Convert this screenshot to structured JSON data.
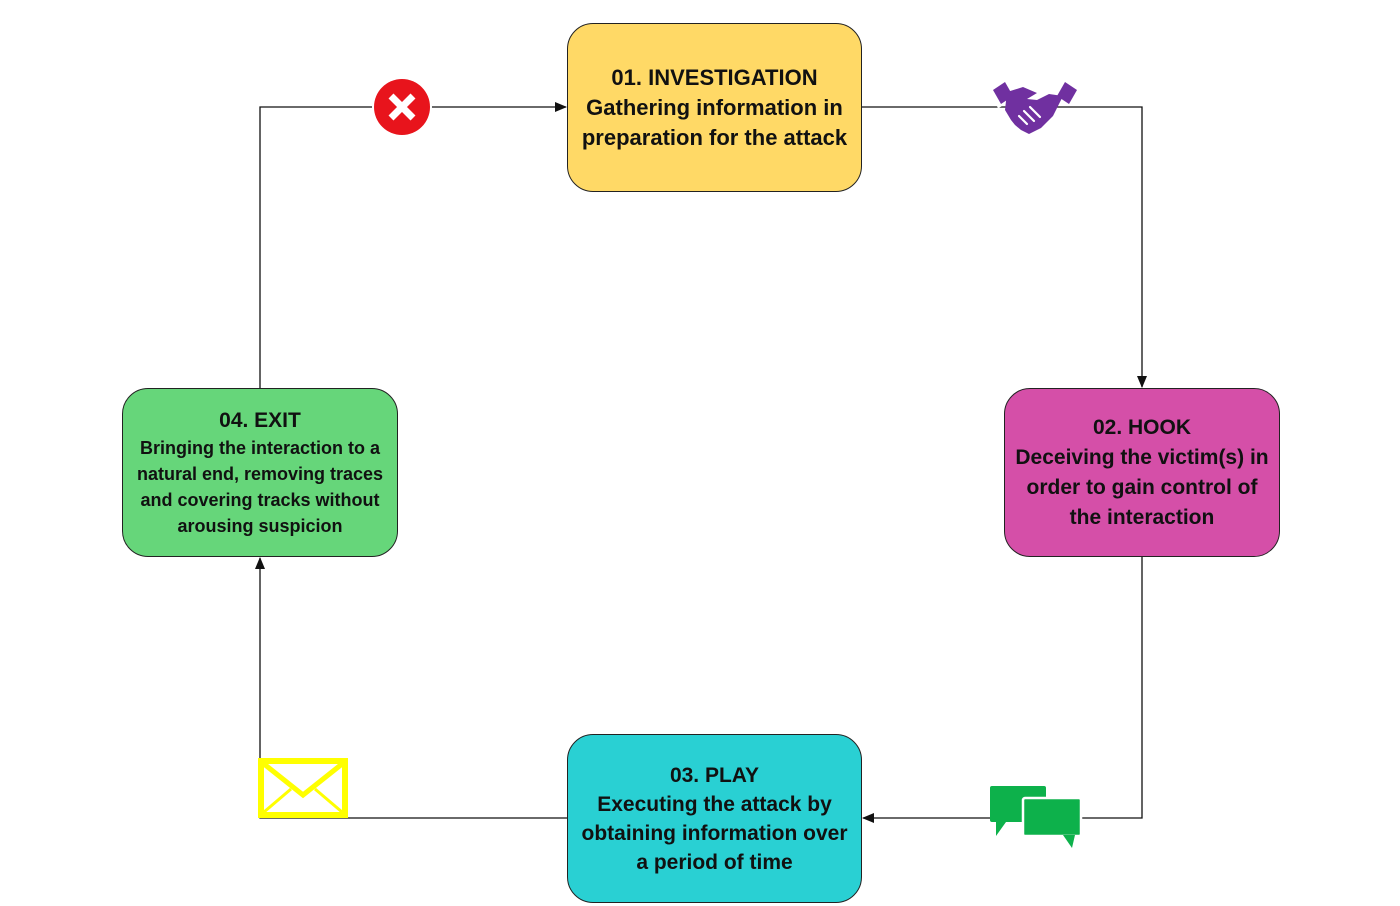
{
  "colors": {
    "investigation": "#ffd966",
    "hook": "#d54fa8",
    "play": "#29d0d3",
    "exit": "#66d67a",
    "connector": "#111111",
    "cancel_icon": "#e8141c",
    "handshake_icon": "#7030a0",
    "chat_icon": "#0db14b",
    "envelope_icon": "#ffff00"
  },
  "steps": [
    {
      "id": "investigation",
      "title": "01. INVESTIGATION",
      "description": "Gathering information in preparation for the attack"
    },
    {
      "id": "hook",
      "title": "02. HOOK",
      "description": "Deceiving the victim(s) in order to gain control of the interaction"
    },
    {
      "id": "play",
      "title": "03. PLAY",
      "description": "Executing the attack by obtaining information over a period of time"
    },
    {
      "id": "exit",
      "title": "04. EXIT",
      "description": "Bringing the interaction to a natural end, removing traces and covering tracks without arousing suspicion"
    }
  ],
  "icons": {
    "exit_to_investigation": "cancel-icon",
    "investigation_to_hook": "handshake-icon",
    "hook_to_play": "chat-bubbles-icon",
    "play_to_exit": "envelope-icon"
  }
}
